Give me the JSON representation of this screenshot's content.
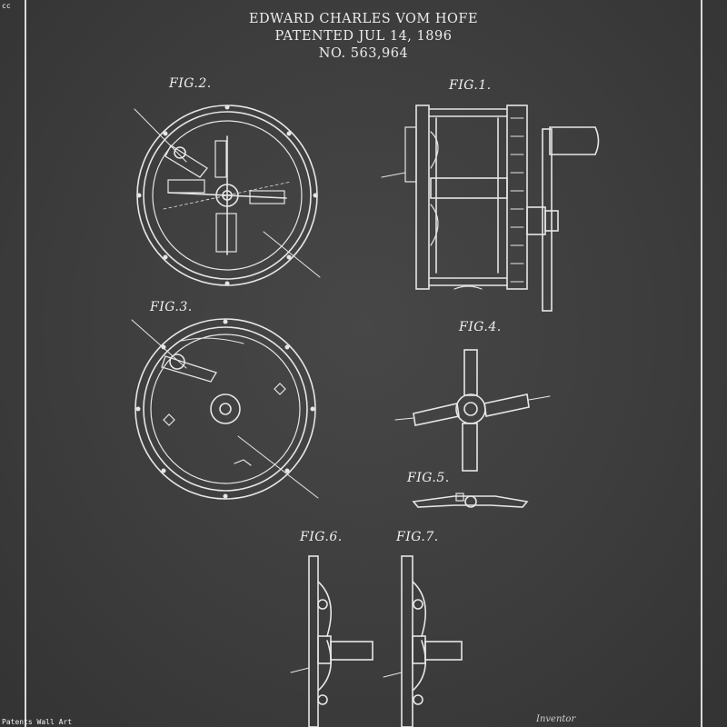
{
  "corner": {
    "top_left": "cc",
    "bottom_left": "Patents Wall Art"
  },
  "header": {
    "inventor": "EDWARD CHARLES VOM HOFE",
    "patent_date": "PATENTED JUL 14, 1896",
    "patent_number": "NO. 563,964"
  },
  "figures": {
    "fig1": "FIG.1.",
    "fig2": "FIG.2.",
    "fig3": "FIG.3.",
    "fig4": "FIG.4.",
    "fig5": "FIG.5.",
    "fig6": "FIG.6.",
    "fig7": "FIG.7."
  },
  "footer": {
    "signature_fragment": "Inventor"
  },
  "colors": {
    "background": "#3a3a3a",
    "line": "#e6e6e6"
  }
}
